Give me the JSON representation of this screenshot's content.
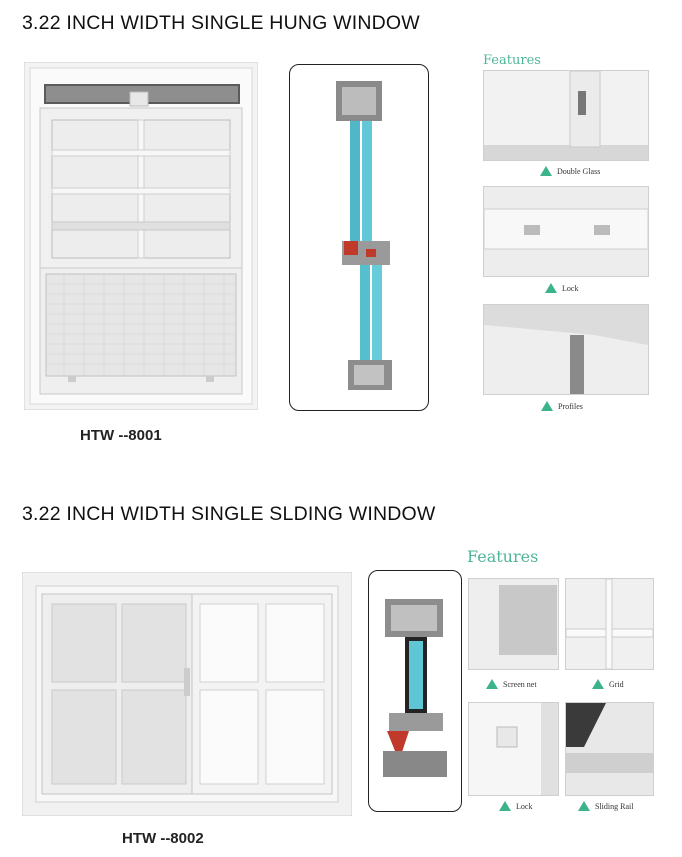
{
  "section1": {
    "heading": "3.22 INCH WIDTH SINGLE HUNG WINDOW",
    "model": "HTW --8001",
    "features_title": "Features",
    "features": [
      {
        "caption": "Double Glass",
        "icon": "green-triangle-icon"
      },
      {
        "caption": "Lock",
        "icon": "green-triangle-icon"
      },
      {
        "caption": "Profiles",
        "icon": "green-triangle-icon"
      }
    ]
  },
  "section2": {
    "heading": "3.22 INCH WIDTH SINGLE SLDING WINDOW",
    "model": "HTW --8002",
    "features_title": "Features",
    "features": [
      {
        "caption": "Screen net",
        "icon": "green-triangle-icon"
      },
      {
        "caption": "Grid",
        "icon": "green-triangle-icon"
      },
      {
        "caption": "Lock",
        "icon": "green-triangle-icon"
      },
      {
        "caption": "Sliding Rail",
        "icon": "green-triangle-icon"
      }
    ]
  },
  "colors": {
    "accent": "#3bb38c",
    "frame": "#f2f2f2",
    "glass": "#5fc6d6",
    "gasket": "#c0392b"
  }
}
